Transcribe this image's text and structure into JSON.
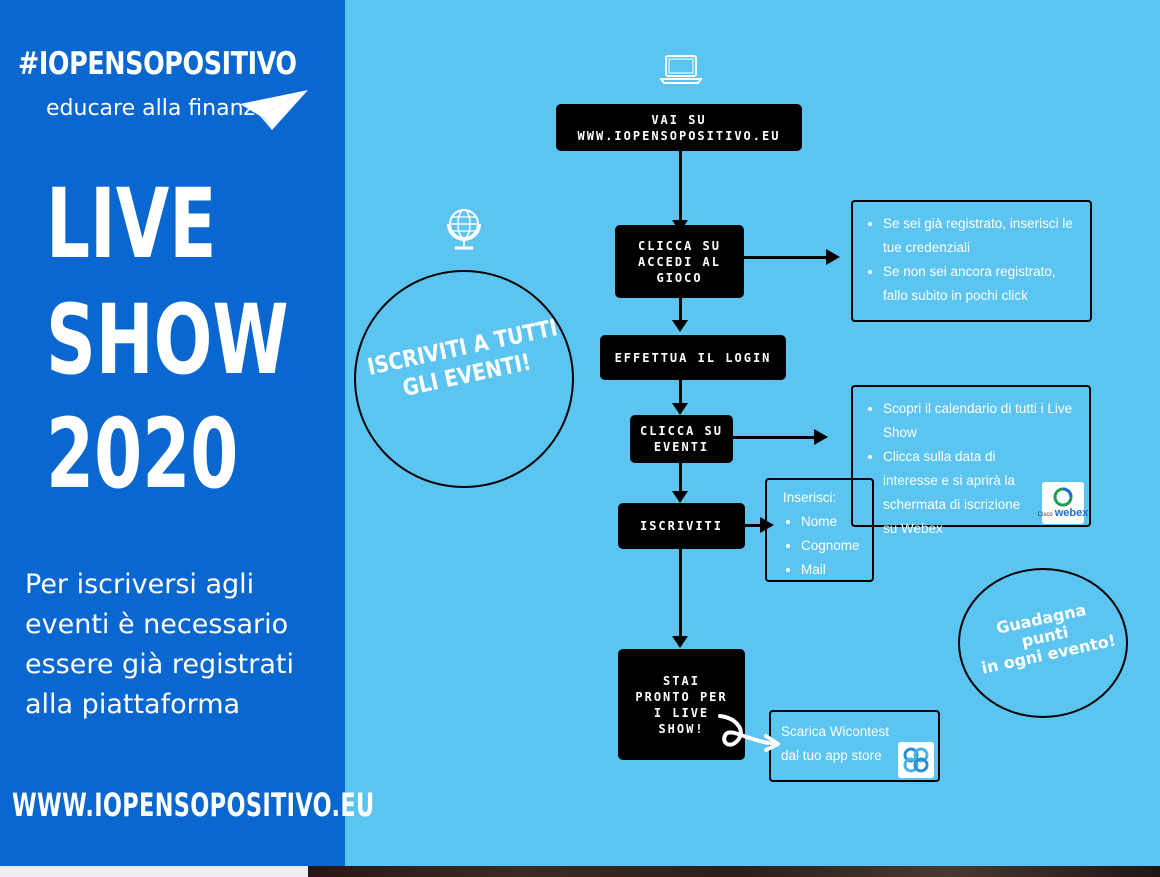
{
  "brand": {
    "hashtag": "#IOPENSOPOSITIVO",
    "tagline": "educare alla finanza"
  },
  "title": {
    "line1": "LIVE",
    "line2": "SHOW",
    "line3": "2020"
  },
  "description": "Per iscriversi agli eventi è necessario essere già registrati alla piattaforma",
  "website": "WWW.IOPENSOPOSITIVO.EU",
  "steps": {
    "s1": "VAI SU\nWWW.IOPENSOPOSITIVO.EU",
    "s2": "CLICCA SU\nACCEDI AL\nGIOCO",
    "s3": "EFFETTUA IL LOGIN",
    "s4": "CLICCA SU\nEVENTI",
    "s5": "ISCRIVITI",
    "s6": "STAI\nPRONTO PER\nI LIVE\nSHOW!"
  },
  "info_login": {
    "items": [
      "Se sei già registrato, inserisci le tue credenziali",
      "Se non sei ancora registrato, fallo subito in pochi click"
    ]
  },
  "info_events": {
    "items": [
      "Scopri il calendario di tutti i Live Show",
      "Clicca sulla data di interesse e si aprirà la schermata di iscrizione su Webex"
    ],
    "logo_small": "Cisco",
    "logo_name": "webex"
  },
  "info_signup": {
    "heading": "Inserisci:",
    "items": [
      "Nome",
      "Cognome",
      "Mail"
    ]
  },
  "info_app": {
    "text": "Scarica Wicontest dal tuo app store"
  },
  "circle_left": {
    "line1": "ISCRIVITI A TUTTI",
    "line2": "GLI EVENTI!"
  },
  "circle_right": {
    "line1": "Guadagna",
    "line2": "punti",
    "line3": "in ogni evento!"
  },
  "icons": {
    "laptop": "laptop-icon",
    "globe": "globe-icon",
    "plane": "paper-plane-icon"
  },
  "colors": {
    "left_panel": "#0a67cf",
    "background": "#5bc4f1",
    "steps": "#000000",
    "text": "#ffffff"
  }
}
